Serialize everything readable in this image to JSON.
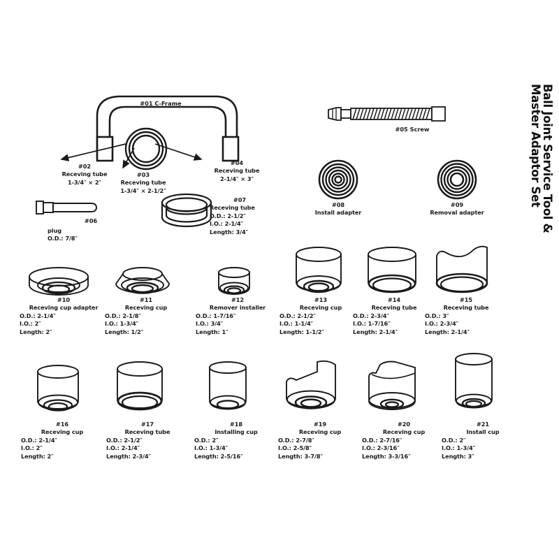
{
  "title": {
    "line1": "Ball Joint Service Tool &",
    "line2": "Master Adaptor Set"
  },
  "top_assembly": {
    "c_frame_label": "#01  C-Frame",
    "callouts": [
      {
        "num": "#02",
        "name": "Receving tube",
        "spec": "1-3/4″  ×  2″"
      },
      {
        "num": "#03",
        "name": "Receving tube",
        "spec": "1-3/4″  ×  2-1/2″"
      },
      {
        "num": "#04",
        "name": "Receving tube",
        "spec": "2-1/4″  ×  3″"
      }
    ]
  },
  "screw": {
    "label": "#05  Screw"
  },
  "plug": {
    "num": "#06",
    "name": "plug",
    "spec": "O.D.: 7/8″"
  },
  "ring": {
    "num": "#07",
    "name": "Receving tube",
    "od": "O.D.: 2-1/2″",
    "id": "I.O.: 2-1/4″",
    "length": "Length: 3/4″"
  },
  "adapters": [
    {
      "num": "#08",
      "name": "Install adapter"
    },
    {
      "num": "#09",
      "name": "Removal adapter"
    }
  ],
  "row1": [
    {
      "num": "#10",
      "name": "Receving cup adapter",
      "od": "O.D.: 2-1/4″",
      "id": "I.O.: 2″",
      "length": "Length: 2″"
    },
    {
      "num": "#11",
      "name": "Receving cup",
      "od": "O.D.: 2-1/8″",
      "id": "I.O.: 1-3/4″",
      "length": "Length: 1/2″"
    },
    {
      "num": "#12",
      "name": "Remover installer",
      "od": "O.D.: 1-7/16″",
      "id": "I.O.: 3/4″",
      "length": "Length: 1″"
    },
    {
      "num": "#13",
      "name": "Receving cup",
      "od": "O.D.: 2-1/2″",
      "id": "I.O.: 1-1/4″",
      "length": "Length: 1-1/2″"
    },
    {
      "num": "#14",
      "name": "Receving tube",
      "od": "O.D.: 2-3/4″",
      "id": "I.O.: 1-7/16″",
      "length": "Length: 2-1/4″"
    },
    {
      "num": "#15",
      "name": "Receving tube",
      "od": "O.D.: 3″",
      "id": "I.O.: 2-3/4″",
      "length": "Length: 2-1/4″"
    }
  ],
  "row2": [
    {
      "num": "#16",
      "name": "Receving cup",
      "od": "O.D.: 2-1/4″",
      "id": "I.O.: 2″",
      "length": "Length: 2″"
    },
    {
      "num": "#17",
      "name": "Receving tube",
      "od": "O.D.: 2-1/2″",
      "id": "I.O.: 2-1/4″",
      "length": "Length: 2-3/4″"
    },
    {
      "num": "#18",
      "name": "Installing cup",
      "od": "O.D.: 2″",
      "id": "I.O.: 1-3/4″",
      "length": "Length: 2-5/16″"
    },
    {
      "num": "#19",
      "name": "Receving cup",
      "od": "O.D.: 2-7/8″",
      "id": "I.O.: 2-5/8″",
      "length": "Length: 3-7/8″"
    },
    {
      "num": "#20",
      "name": "Receving cup",
      "od": "O.D.: 2-7/16″",
      "id": "I.O.: 2-3/16″",
      "length": "Length: 3-3/16″"
    },
    {
      "num": "#21",
      "name": "Install cup",
      "od": "O.D.: 2″",
      "id": "I.O.:  1-3/4″",
      "length": "Length: 3″"
    }
  ],
  "colors": {
    "ink": "#1a1a1a",
    "background": "#ffffff"
  }
}
